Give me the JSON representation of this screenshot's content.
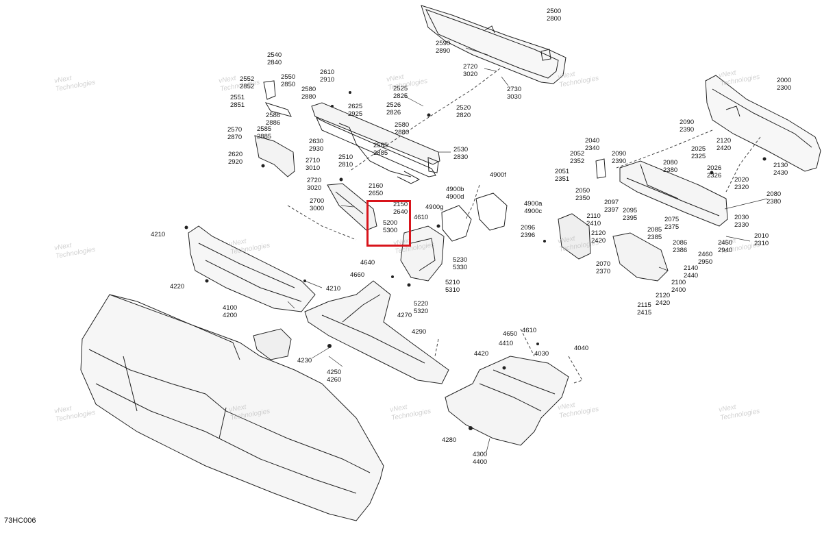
{
  "figure_code": "73HC006",
  "watermark": {
    "line1": "vNext",
    "line2": "Technologies"
  },
  "highlight_color": "#d8141b",
  "callouts": [
    {
      "id": "c2500",
      "lines": [
        "2500",
        "2800"
      ]
    },
    {
      "id": "c2590",
      "lines": [
        "2590",
        "2890"
      ]
    },
    {
      "id": "c2720a",
      "lines": [
        "2720",
        "3020"
      ]
    },
    {
      "id": "c2730",
      "lines": [
        "2730",
        "3030"
      ]
    },
    {
      "id": "c2540",
      "lines": [
        "2540",
        "2840"
      ]
    },
    {
      "id": "c2552",
      "lines": [
        "2552",
        "2852"
      ]
    },
    {
      "id": "c2550",
      "lines": [
        "2550",
        "2850"
      ]
    },
    {
      "id": "c2610",
      "lines": [
        "2610",
        "2910"
      ]
    },
    {
      "id": "c2580a",
      "lines": [
        "2580",
        "2880"
      ]
    },
    {
      "id": "c2551",
      "lines": [
        "2551",
        "2851"
      ]
    },
    {
      "id": "c2586",
      "lines": [
        "2586",
        "2886"
      ]
    },
    {
      "id": "c2585a",
      "lines": [
        "2585",
        "2885"
      ]
    },
    {
      "id": "c2570",
      "lines": [
        "2570",
        "2870"
      ]
    },
    {
      "id": "c2625",
      "lines": [
        "2625",
        "2925"
      ]
    },
    {
      "id": "c2630",
      "lines": [
        "2630",
        "2930"
      ]
    },
    {
      "id": "c2525",
      "lines": [
        "2525",
        "2825"
      ]
    },
    {
      "id": "c2526",
      "lines": [
        "2526",
        "2826"
      ]
    },
    {
      "id": "c2520",
      "lines": [
        "2520",
        "2820"
      ]
    },
    {
      "id": "c2580b",
      "lines": [
        "2580",
        "2880"
      ]
    },
    {
      "id": "c2585b",
      "lines": [
        "2585",
        "2885"
      ]
    },
    {
      "id": "c2530",
      "lines": [
        "2530",
        "2830"
      ]
    },
    {
      "id": "c2620",
      "lines": [
        "2620",
        "2920"
      ]
    },
    {
      "id": "c2710",
      "lines": [
        "2710",
        "3010"
      ]
    },
    {
      "id": "c2510",
      "lines": [
        "2510",
        "2810"
      ]
    },
    {
      "id": "c2720b",
      "lines": [
        "2720",
        "3020"
      ]
    },
    {
      "id": "c2700",
      "lines": [
        "2700",
        "3000"
      ]
    },
    {
      "id": "c2160",
      "lines": [
        "2160",
        "2650"
      ]
    },
    {
      "id": "c2150",
      "lines": [
        "2150",
        "2640"
      ]
    },
    {
      "id": "c5200",
      "lines": [
        "5200",
        "5300"
      ]
    },
    {
      "id": "c4900b",
      "lines": [
        "4900b",
        "4900d"
      ]
    },
    {
      "id": "c4900f",
      "lines": [
        "4900f"
      ]
    },
    {
      "id": "c4900g",
      "lines": [
        "4900g"
      ]
    },
    {
      "id": "c4900a",
      "lines": [
        "4900a",
        "4900c"
      ]
    },
    {
      "id": "c4610a",
      "lines": [
        "4610"
      ]
    },
    {
      "id": "c4210a",
      "lines": [
        "4210"
      ]
    },
    {
      "id": "c4220",
      "lines": [
        "4220"
      ]
    },
    {
      "id": "c4210b",
      "lines": [
        "4210"
      ]
    },
    {
      "id": "c4100",
      "lines": [
        "4100",
        "4200"
      ]
    },
    {
      "id": "c4640",
      "lines": [
        "4640"
      ]
    },
    {
      "id": "c4660",
      "lines": [
        "4660"
      ]
    },
    {
      "id": "c5230",
      "lines": [
        "5230",
        "5330"
      ]
    },
    {
      "id": "c5210",
      "lines": [
        "5210",
        "5310"
      ]
    },
    {
      "id": "c5220",
      "lines": [
        "5220",
        "5320"
      ]
    },
    {
      "id": "c4270",
      "lines": [
        "4270"
      ]
    },
    {
      "id": "c4290",
      "lines": [
        "4290"
      ]
    },
    {
      "id": "c4230",
      "lines": [
        "4230"
      ]
    },
    {
      "id": "c4250",
      "lines": [
        "4250",
        "4260"
      ]
    },
    {
      "id": "c4650",
      "lines": [
        "4650"
      ]
    },
    {
      "id": "c4610b",
      "lines": [
        "4610"
      ]
    },
    {
      "id": "c4410",
      "lines": [
        "4410"
      ]
    },
    {
      "id": "c4030",
      "lines": [
        "4030"
      ]
    },
    {
      "id": "c4040",
      "lines": [
        "4040"
      ]
    },
    {
      "id": "c4420",
      "lines": [
        "4420"
      ]
    },
    {
      "id": "c4280",
      "lines": [
        "4280"
      ]
    },
    {
      "id": "c4300",
      "lines": [
        "4300",
        "4400"
      ]
    },
    {
      "id": "c2000",
      "lines": [
        "2000",
        "2300"
      ]
    },
    {
      "id": "c2090a",
      "lines": [
        "2090",
        "2390"
      ]
    },
    {
      "id": "c2120a",
      "lines": [
        "2120",
        "2420"
      ]
    },
    {
      "id": "c2040",
      "lines": [
        "2040",
        "2340"
      ]
    },
    {
      "id": "c2052",
      "lines": [
        "2052",
        "2352"
      ]
    },
    {
      "id": "c2090b",
      "lines": [
        "2090",
        "2390"
      ]
    },
    {
      "id": "c2080a",
      "lines": [
        "2080",
        "2380"
      ]
    },
    {
      "id": "c2025",
      "lines": [
        "2025",
        "2325"
      ]
    },
    {
      "id": "c2130",
      "lines": [
        "2130",
        "2430"
      ]
    },
    {
      "id": "c2026",
      "lines": [
        "2026",
        "2326"
      ]
    },
    {
      "id": "c2051",
      "lines": [
        "2051",
        "2351"
      ]
    },
    {
      "id": "c2020",
      "lines": [
        "2020",
        "2320"
      ]
    },
    {
      "id": "c2050",
      "lines": [
        "2050",
        "2350"
      ]
    },
    {
      "id": "c2080b",
      "lines": [
        "2080",
        "2380"
      ]
    },
    {
      "id": "c2097",
      "lines": [
        "2097",
        "2397"
      ]
    },
    {
      "id": "c2095",
      "lines": [
        "2095",
        "2395"
      ]
    },
    {
      "id": "c2110",
      "lines": [
        "2110",
        "2410"
      ]
    },
    {
      "id": "c2075",
      "lines": [
        "2075",
        "2375"
      ]
    },
    {
      "id": "c2030",
      "lines": [
        "2030",
        "2330"
      ]
    },
    {
      "id": "c2096",
      "lines": [
        "2096",
        "2396"
      ]
    },
    {
      "id": "c2085",
      "lines": [
        "2085",
        "2385"
      ]
    },
    {
      "id": "c2120b",
      "lines": [
        "2120",
        "2420"
      ]
    },
    {
      "id": "c2010",
      "lines": [
        "2010",
        "2310"
      ]
    },
    {
      "id": "c2086",
      "lines": [
        "2086",
        "2386"
      ]
    },
    {
      "id": "c2450",
      "lines": [
        "2450",
        "2940"
      ]
    },
    {
      "id": "c2460",
      "lines": [
        "2460",
        "2950"
      ]
    },
    {
      "id": "c2070",
      "lines": [
        "2070",
        "2370"
      ]
    },
    {
      "id": "c2140",
      "lines": [
        "2140",
        "2440"
      ]
    },
    {
      "id": "c2100",
      "lines": [
        "2100",
        "2400"
      ]
    },
    {
      "id": "c2120c",
      "lines": [
        "2120",
        "2420"
      ]
    },
    {
      "id": "c2115",
      "lines": [
        "2115",
        "2415"
      ]
    }
  ]
}
